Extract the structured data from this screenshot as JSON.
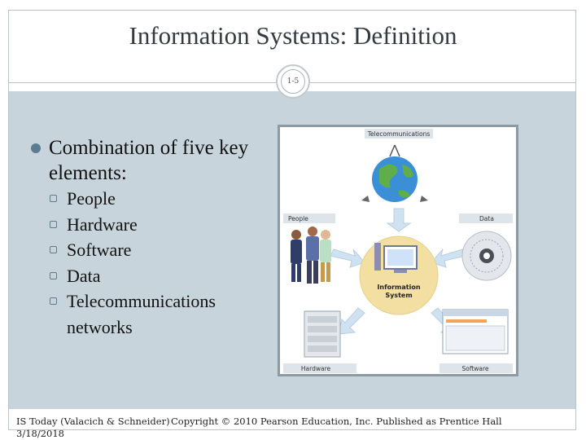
{
  "slide": {
    "title": "Information Systems: Definition",
    "slide_number": "1-5"
  },
  "content": {
    "main_bullet": "Combination of five key elements:",
    "sub_bullets": [
      "People",
      "Hardware",
      "Software",
      "Data",
      "Telecommunications networks"
    ]
  },
  "figure": {
    "labels": {
      "telecommunications": "Telecommunications",
      "people": "People",
      "data": "Data",
      "hardware": "Hardware",
      "software": "Software",
      "center_line1": "Information",
      "center_line2": "System"
    }
  },
  "footer": {
    "left_line1": "IS Today (Valacich & Schneider)",
    "left_line2": "3/18/2018",
    "copyright": "Copyright © 2010 Pearson Education, Inc. Published as Prentice Hall"
  },
  "colors": {
    "band": "#c8d4db",
    "bullet_accent": "#5b7d92",
    "center_circle": "#f3dfa2",
    "arrow": "#cfe2f1"
  }
}
